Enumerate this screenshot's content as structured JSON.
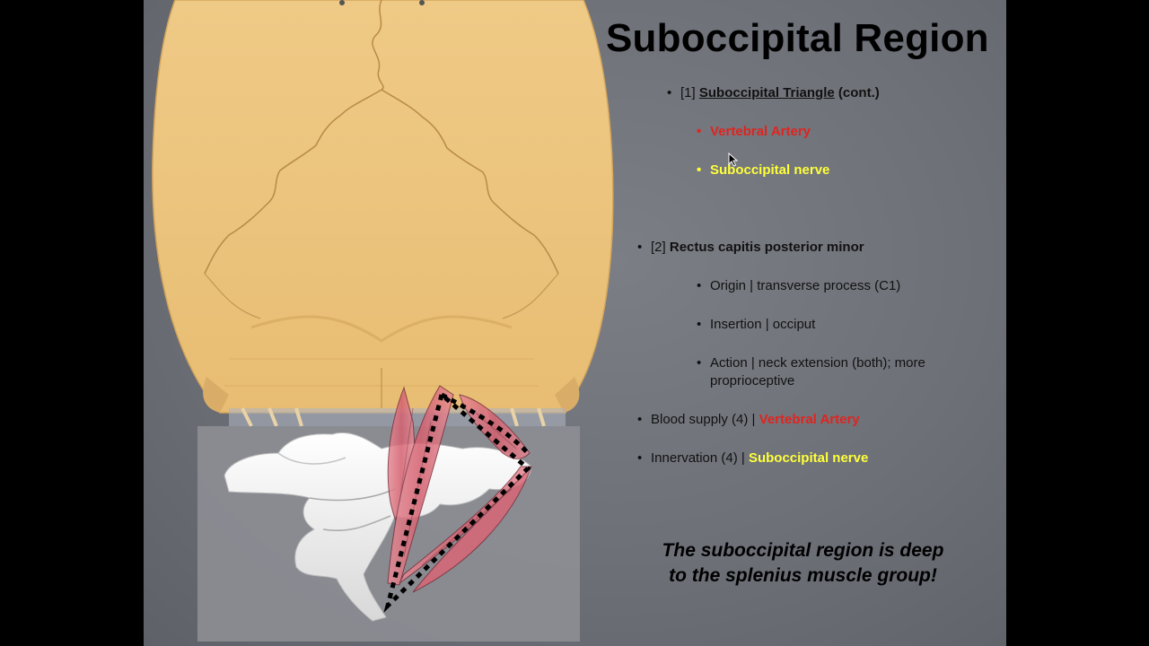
{
  "slide": {
    "title": "Suboccipital Region",
    "section1": {
      "number": "[1]",
      "heading": "Suboccipital Triangle",
      "heading_suffix": "(cont.)",
      "items": [
        "Vertebral Artery",
        "Suboccipital nerve"
      ]
    },
    "section2": {
      "number": "[2]",
      "heading": "Rectus capitis posterior minor",
      "items": [
        "Origin | transverse process (C1)",
        "Insertion | occiput",
        "Action | neck extension (both); more",
        "proprioceptive"
      ]
    },
    "blood_supply": {
      "label": "Blood supply (4) |",
      "value": "Vertebral Artery"
    },
    "innervation": {
      "label": "Innervation (4) |",
      "value": "Suboccipital nerve"
    },
    "note": {
      "line1": "The suboccipital region is deep",
      "line2": "to the splenius muscle group!"
    }
  },
  "colors": {
    "artery": "#e0241f",
    "nerve": "#ffff3a",
    "skull": "#ecc47d",
    "muscle": "#d9727f",
    "background": "#6d7077"
  },
  "icons": {
    "cursor": "mouse-pointer-icon"
  }
}
